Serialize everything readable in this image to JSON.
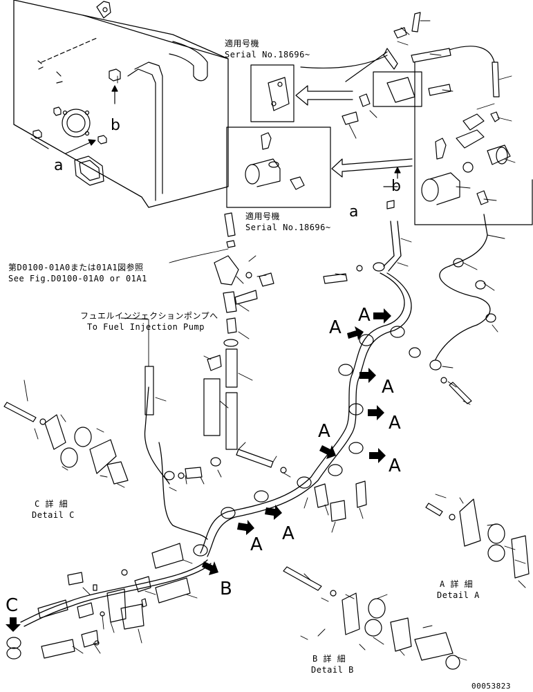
{
  "callouts": {
    "serial_top_jp": "適用号機",
    "serial_top_en": "Serial No.18696~",
    "serial_mid_jp": "適用号機",
    "serial_mid_en": "Serial No.18696~",
    "see_fig_jp": "第D0100-01A0または01A1図参照",
    "see_fig_en": "See Fig.D0100-01A0 or 01A1",
    "pump_jp": "フュエルインジェクションポンプへ",
    "pump_en": "To Fuel Injection Pump"
  },
  "detail_labels": {
    "c_jp": "C 詳 細",
    "c_en": "Detail C",
    "a_jp": "A 詳 細",
    "a_en": "Detail A",
    "b_jp": "B 詳 細",
    "b_en": "Detail B"
  },
  "view_letters": {
    "a_left": "a",
    "b_left": "b",
    "a_mid": "a",
    "b_mid": "b",
    "A": "A",
    "B": "B",
    "C": "C"
  },
  "drawing_number": "00053823",
  "colors": {
    "line": "#000000",
    "background": "#ffffff"
  }
}
